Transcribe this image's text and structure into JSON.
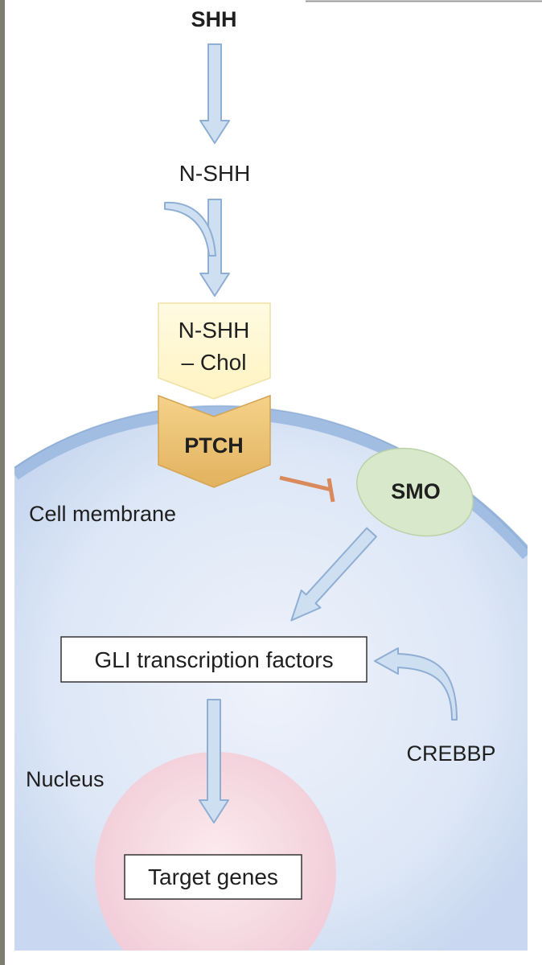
{
  "diagram": {
    "ligand": "SHH",
    "processed_ligand": "N-SHH",
    "complex": {
      "line1": "N-SHH",
      "line2": "– Chol"
    },
    "receptor": "PTCH",
    "transducer": "SMO",
    "membrane_label": "Cell membrane",
    "transcription_factors": "GLI transcription factors",
    "coactivator": "CREBBP",
    "nucleus_label": "Nucleus",
    "target": "Target genes"
  },
  "colors": {
    "arrow_fill": "#cfdff2",
    "arrow_stroke": "#8eaed3",
    "membrane": "#9bb7de",
    "cytoplasm": "#cddcf2",
    "nucleus": "#f3d3de",
    "complex_fill": "#fff8cf",
    "ptch_fill": "#e8c274",
    "smo_fill": "#d6e7c9",
    "inhibition": "#d98a5c"
  }
}
